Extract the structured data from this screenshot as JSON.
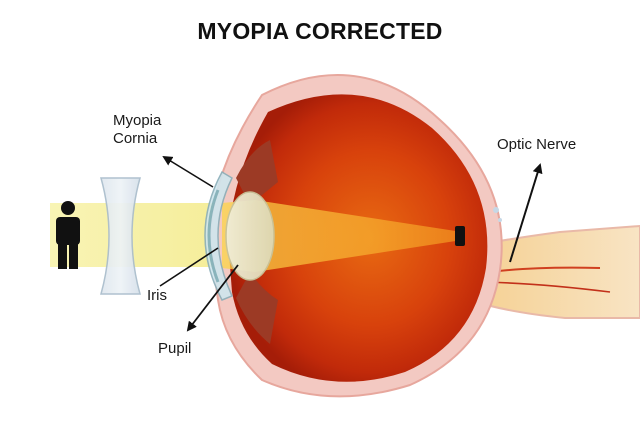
{
  "title": "MYOPIA CORRECTED",
  "labels": {
    "myopia_line1": "Myopia",
    "myopia_line2": "Cornia",
    "optic_nerve": "Optic Nerve",
    "iris": "Iris",
    "pupil": "Pupil"
  },
  "colors": {
    "light_beam": "#f4ec8a",
    "eye_interior": "#d8420c",
    "sclera": "#f3c9c2",
    "lens": "#ecebd2"
  }
}
